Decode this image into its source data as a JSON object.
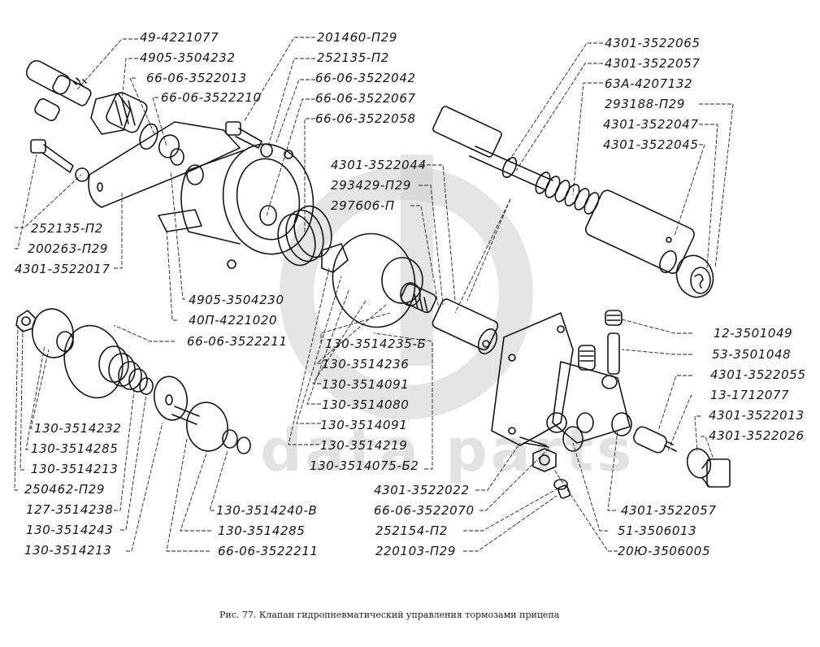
{
  "figure": {
    "caption": "Рис. 77. Клапан гидропневматический управления тормозами прицепа",
    "watermark": "data parts",
    "watermark_color": "#c8c8c8",
    "line_color": "#151515"
  },
  "labels": {
    "top_left": [
      "49-4221077",
      "4905-3504232",
      "66-06-3522013",
      "66-06-3522210"
    ],
    "top_center": [
      "201460-П29",
      "252135-П2",
      "66-06-3522042",
      "66-06-3522067",
      "66-06-3522058"
    ],
    "top_right": [
      "4301-3522065",
      "4301-3522057",
      "63А-4207132",
      "293188-П29",
      "4301-3522047",
      "4301-3522045"
    ],
    "mid_center": [
      "4301-3522044",
      "293429-П29",
      "297606-П"
    ],
    "left_mid": [
      "252135-П2",
      "200263-П29",
      "4301-3522017"
    ],
    "center_left": [
      "4905-3504230",
      "40П-4221020",
      "66-06-3522211"
    ],
    "center_column": [
      "130-3514235-Б",
      "130-3514236",
      "130-3514091",
      "130-3514080",
      "130-3514091",
      "130-3514219",
      "130-3514075-Б2"
    ],
    "bottom_left": [
      "130-3514232",
      "130-3514285",
      "130-3514213",
      "250462-П29",
      "127-3514238",
      "130-3514243",
      "130-3514213"
    ],
    "bottom_center_left": [
      "130-3514240-В",
      "130-3514285",
      "66-06-3522211"
    ],
    "bottom_center": [
      "4301-3522022",
      "66-06-3522070",
      "252154-П2",
      "220103-П29"
    ],
    "right_mid": [
      "12-3501049",
      "53-3501048",
      "4301-3522055",
      "13-1712077",
      "4301-3522013",
      "4301-3522026"
    ],
    "bottom_right": [
      "4301-3522057",
      "51-3506013",
      "20Ю-3506005"
    ]
  }
}
